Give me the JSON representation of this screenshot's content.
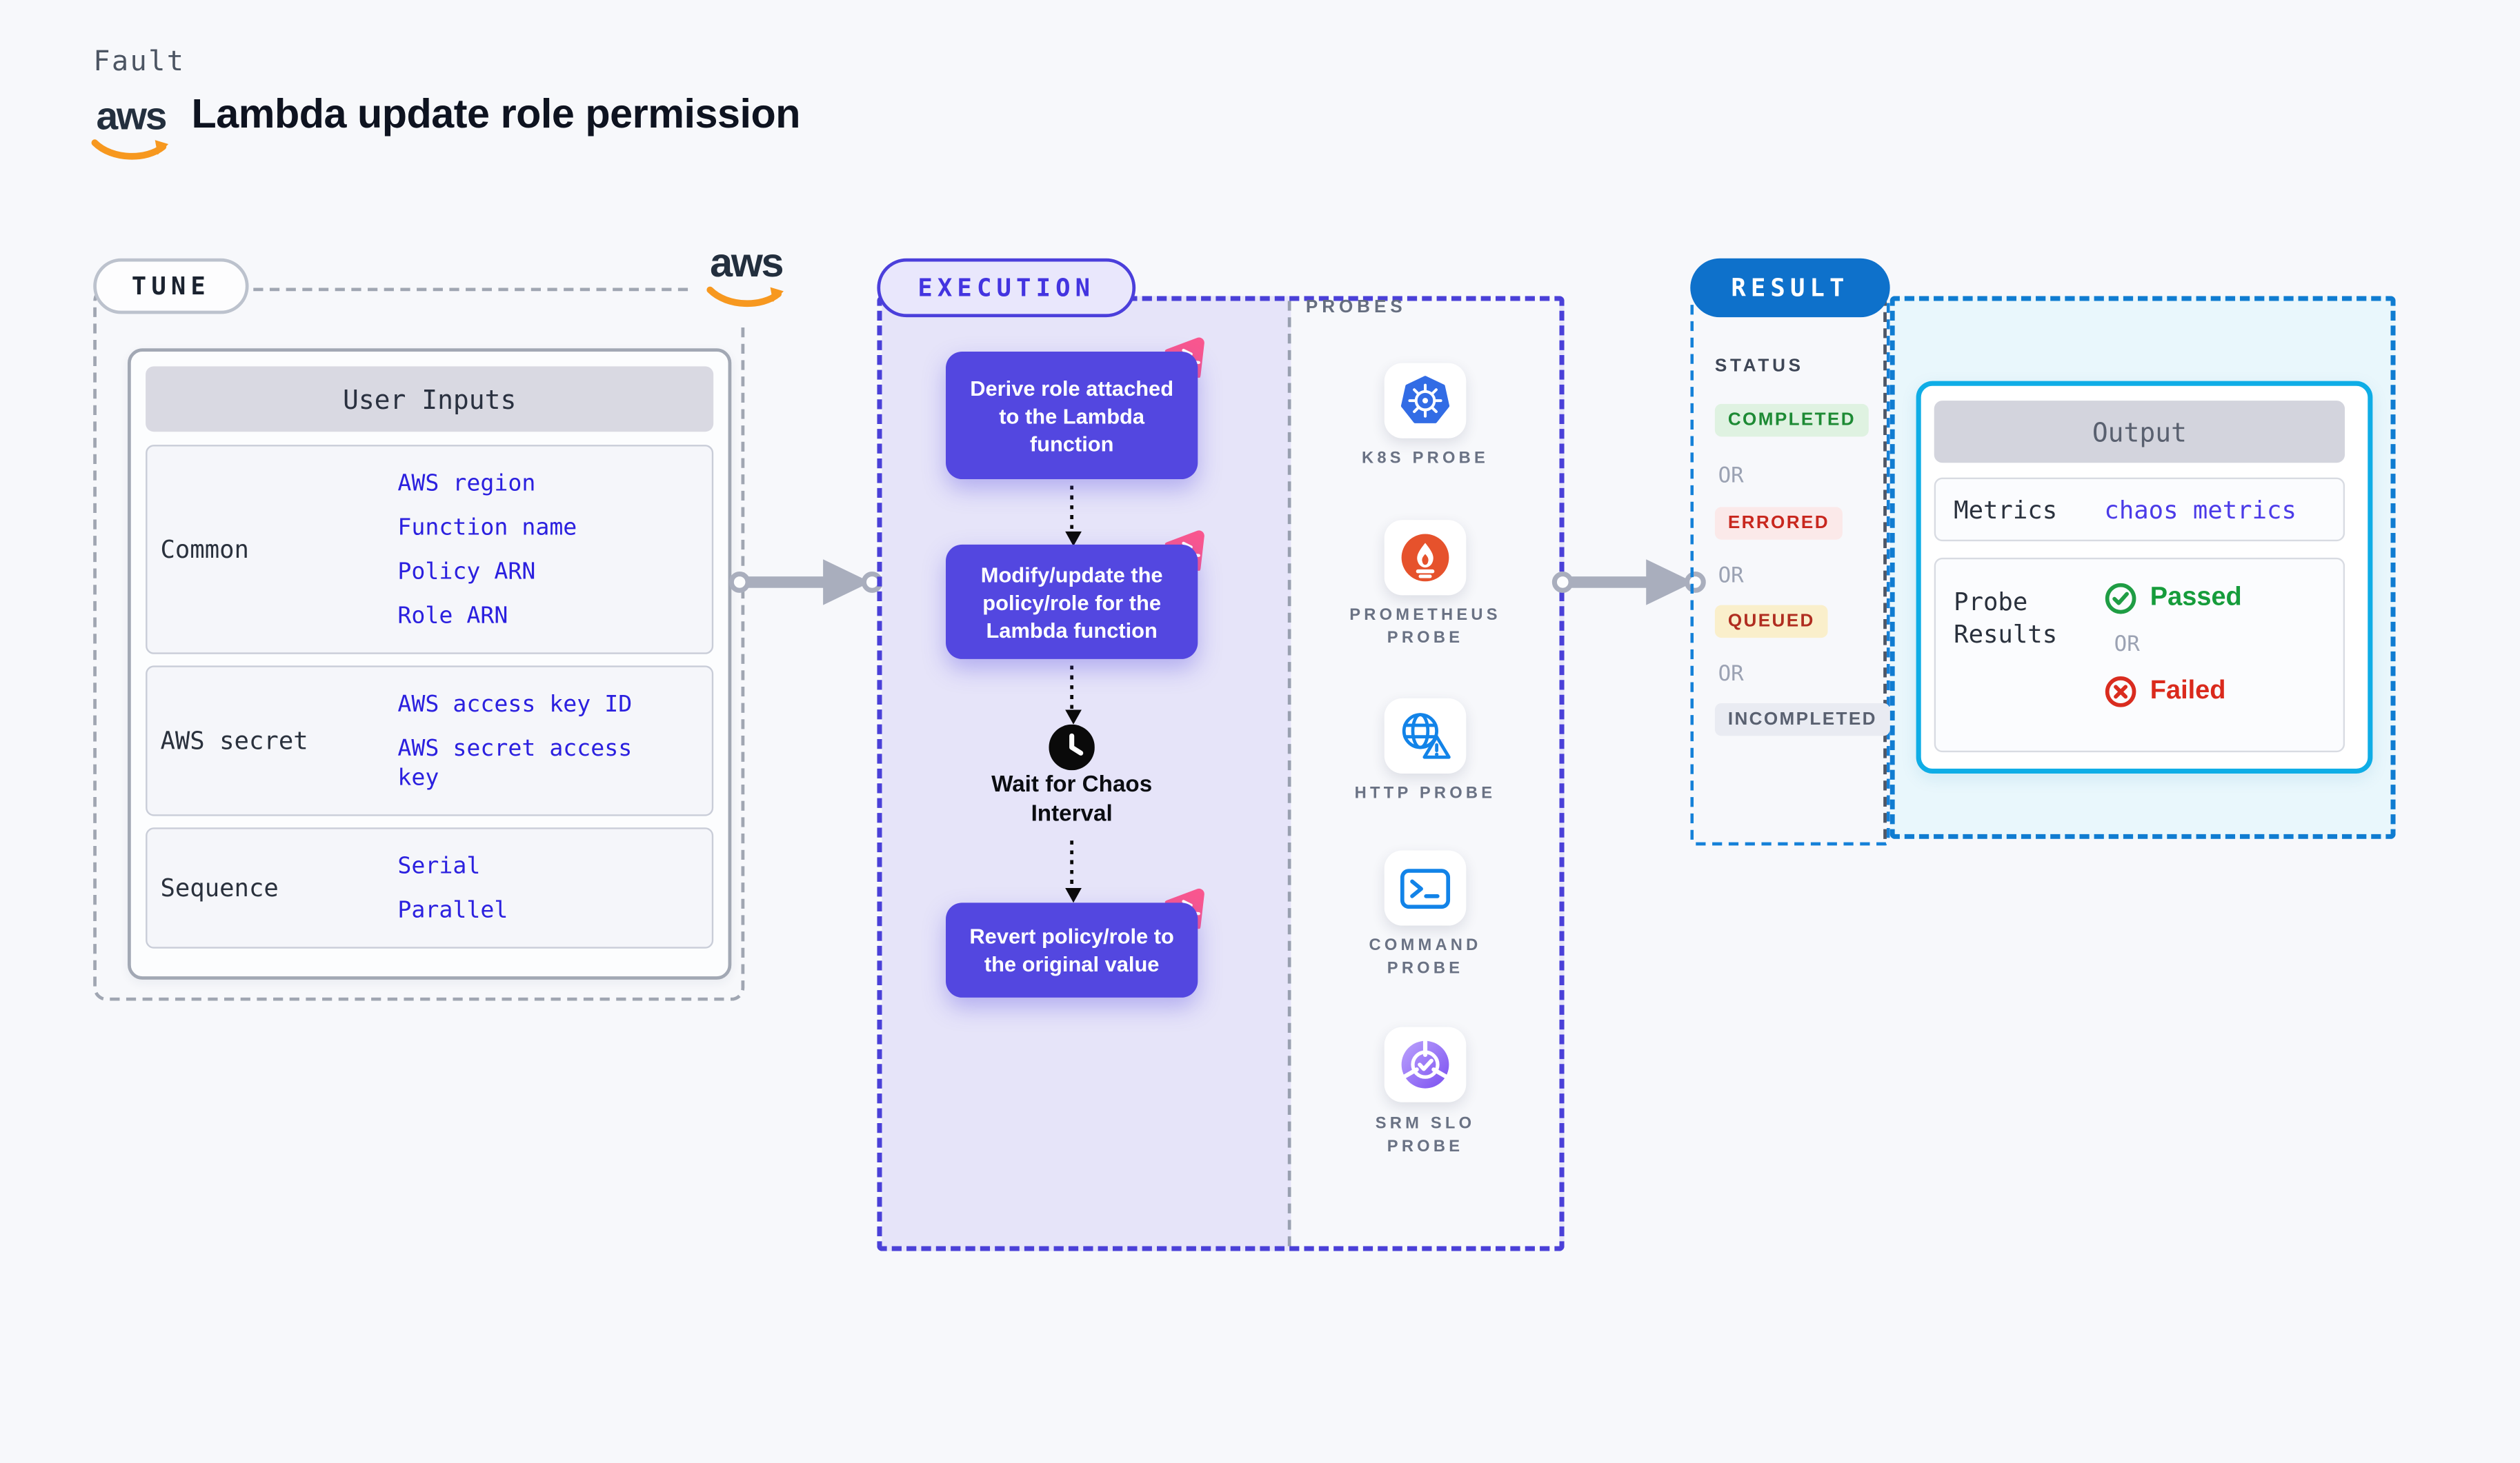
{
  "header": {
    "eyebrow": "Fault",
    "title": "Lambda update role permission",
    "aws_logo_text": "aws"
  },
  "tune": {
    "pill_label": "TUNE",
    "card": {
      "title": "User Inputs",
      "rows": [
        {
          "label": "Common",
          "values": [
            "AWS region",
            "Function name",
            "Policy ARN",
            "Role ARN"
          ]
        },
        {
          "label": "AWS secret",
          "values": [
            "AWS access key ID",
            "AWS secret access key"
          ]
        },
        {
          "label": "Sequence",
          "values": [
            "Serial",
            "Parallel"
          ]
        }
      ]
    }
  },
  "execution": {
    "pill_label": "EXECUTION",
    "steps": [
      "Derive role attached\nto the Lambda\nfunction",
      "Modify/update the\npolicy/role for the\nLambda function",
      "Revert policy/role to\nthe original value"
    ],
    "step_icon": "chaos-scenario-icon",
    "wait_icon": "clock-icon",
    "wait_label": "Wait for Chaos\nInterval"
  },
  "probes": {
    "heading": "PROBES",
    "items": [
      {
        "label": "K8S PROBE",
        "icon": "kubernetes-icon"
      },
      {
        "label": "PROMETHEUS PROBE",
        "icon": "prometheus-icon"
      },
      {
        "label": "HTTP PROBE",
        "icon": "globe-alert-icon"
      },
      {
        "label": "COMMAND PROBE",
        "icon": "terminal-icon"
      },
      {
        "label": "SRM SLO PROBE",
        "icon": "slo-donut-check-icon"
      }
    ]
  },
  "result": {
    "pill_label": "RESULT",
    "status_heading": "STATUS",
    "or_label": "OR",
    "statuses": [
      {
        "label": "COMPLETED",
        "fg": "#1D8A34",
        "bg": "#DFF2E1"
      },
      {
        "label": "ERRORED",
        "fg": "#C8271E",
        "bg": "#FBE9E9"
      },
      {
        "label": "QUEUED",
        "fg": "#B02D20",
        "bg": "#FAEFCB"
      },
      {
        "label": "INCOMPLETED",
        "fg": "#596070",
        "bg": "#E9EBF2"
      }
    ],
    "output": {
      "title": "Output",
      "metrics_label": "Metrics",
      "metrics_value": "chaos metrics",
      "probe_results_label": "Probe Results",
      "passed_label": "Passed",
      "passed_icon": "check-circle-icon",
      "or_label": "OR",
      "failed_label": "Failed",
      "failed_icon": "x-circle-icon"
    }
  },
  "colors": {
    "page_bg": "#F7F8FB",
    "accent_indigo": "#5347E0",
    "lavender_bg": "#E6E4F9",
    "execution_border": "#4A40D8",
    "tune_border": "#A0A6B2",
    "result_blue": "#0E71CB",
    "cyan_border": "#0F7CD1",
    "cyan_bg": "#E9F7FC",
    "output_border": "#0FADE6",
    "link_blue": "#2B20DF",
    "metrics_value_blue": "#4B3BE8",
    "passed_green": "#169C3B",
    "failed_red": "#DA2A1C",
    "aws_orange": "#F7981F",
    "chaos_pink": "#F9578F",
    "arrow_gray": "#A9AEBD",
    "kubernetes_blue": "#326CE5",
    "prometheus_orange": "#E6522C"
  }
}
